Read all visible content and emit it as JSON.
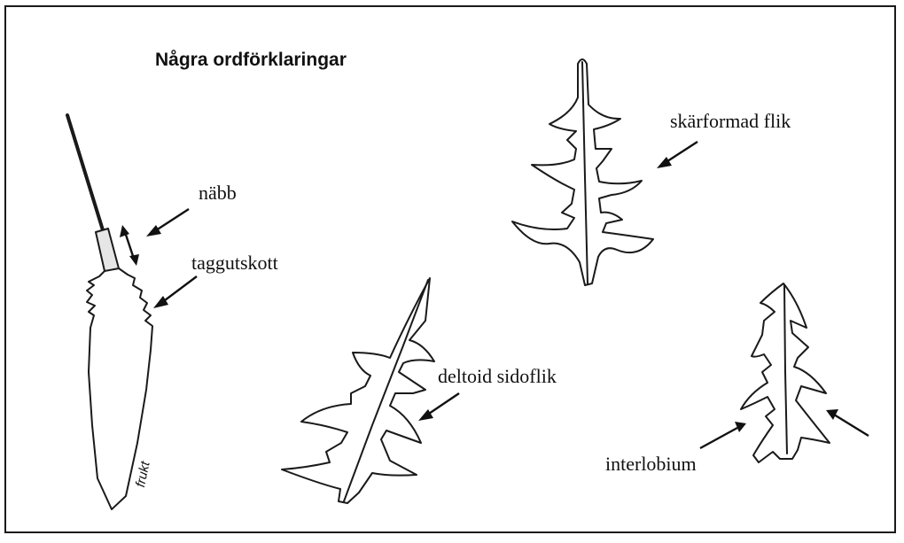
{
  "title": "Några ordförklaringar",
  "labels": {
    "nabb": "näbb",
    "taggutskott": "taggutskott",
    "skarformad": "skärformad flik",
    "deltoid": "deltoid sidoflik",
    "interlobium": "interlobium",
    "frukt": "frukt"
  },
  "colors": {
    "ink": "#1a1a1a",
    "background": "#ffffff"
  }
}
